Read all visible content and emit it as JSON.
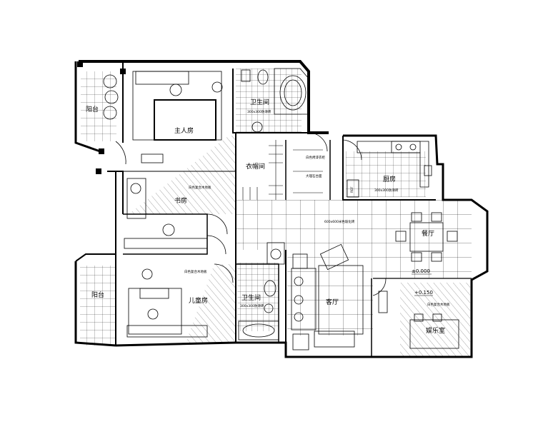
{
  "rooms": {
    "balcony_top": "阳台",
    "master_bedroom": "主人房",
    "bathroom_top": "卫生间",
    "closet": "衣帽间",
    "study": "书房",
    "kitchen": "厨房",
    "dining": "餐厅",
    "living": "客厅",
    "kids_room": "儿童房",
    "bathroom_bottom": "卫生间",
    "balcony_bottom": "阳台",
    "entertainment": "娱乐室"
  },
  "notes": {
    "bath_tile": "300x300防滑砖",
    "kitchen_tile": "300x300防滑砖",
    "bath2_tile": "300x300防滑砖",
    "main_tile": "600x600米色玻化砖",
    "study_floor": "白色复合木地板",
    "kids_floor": "白色复合木地板",
    "ent_floor": "白色复合木地板",
    "closet_a": "白色烤漆衣柜",
    "closet_b": "大理石台面",
    "fridge": "REF"
  },
  "levels": {
    "main": "±0.000",
    "entertainment": "+0.150"
  }
}
